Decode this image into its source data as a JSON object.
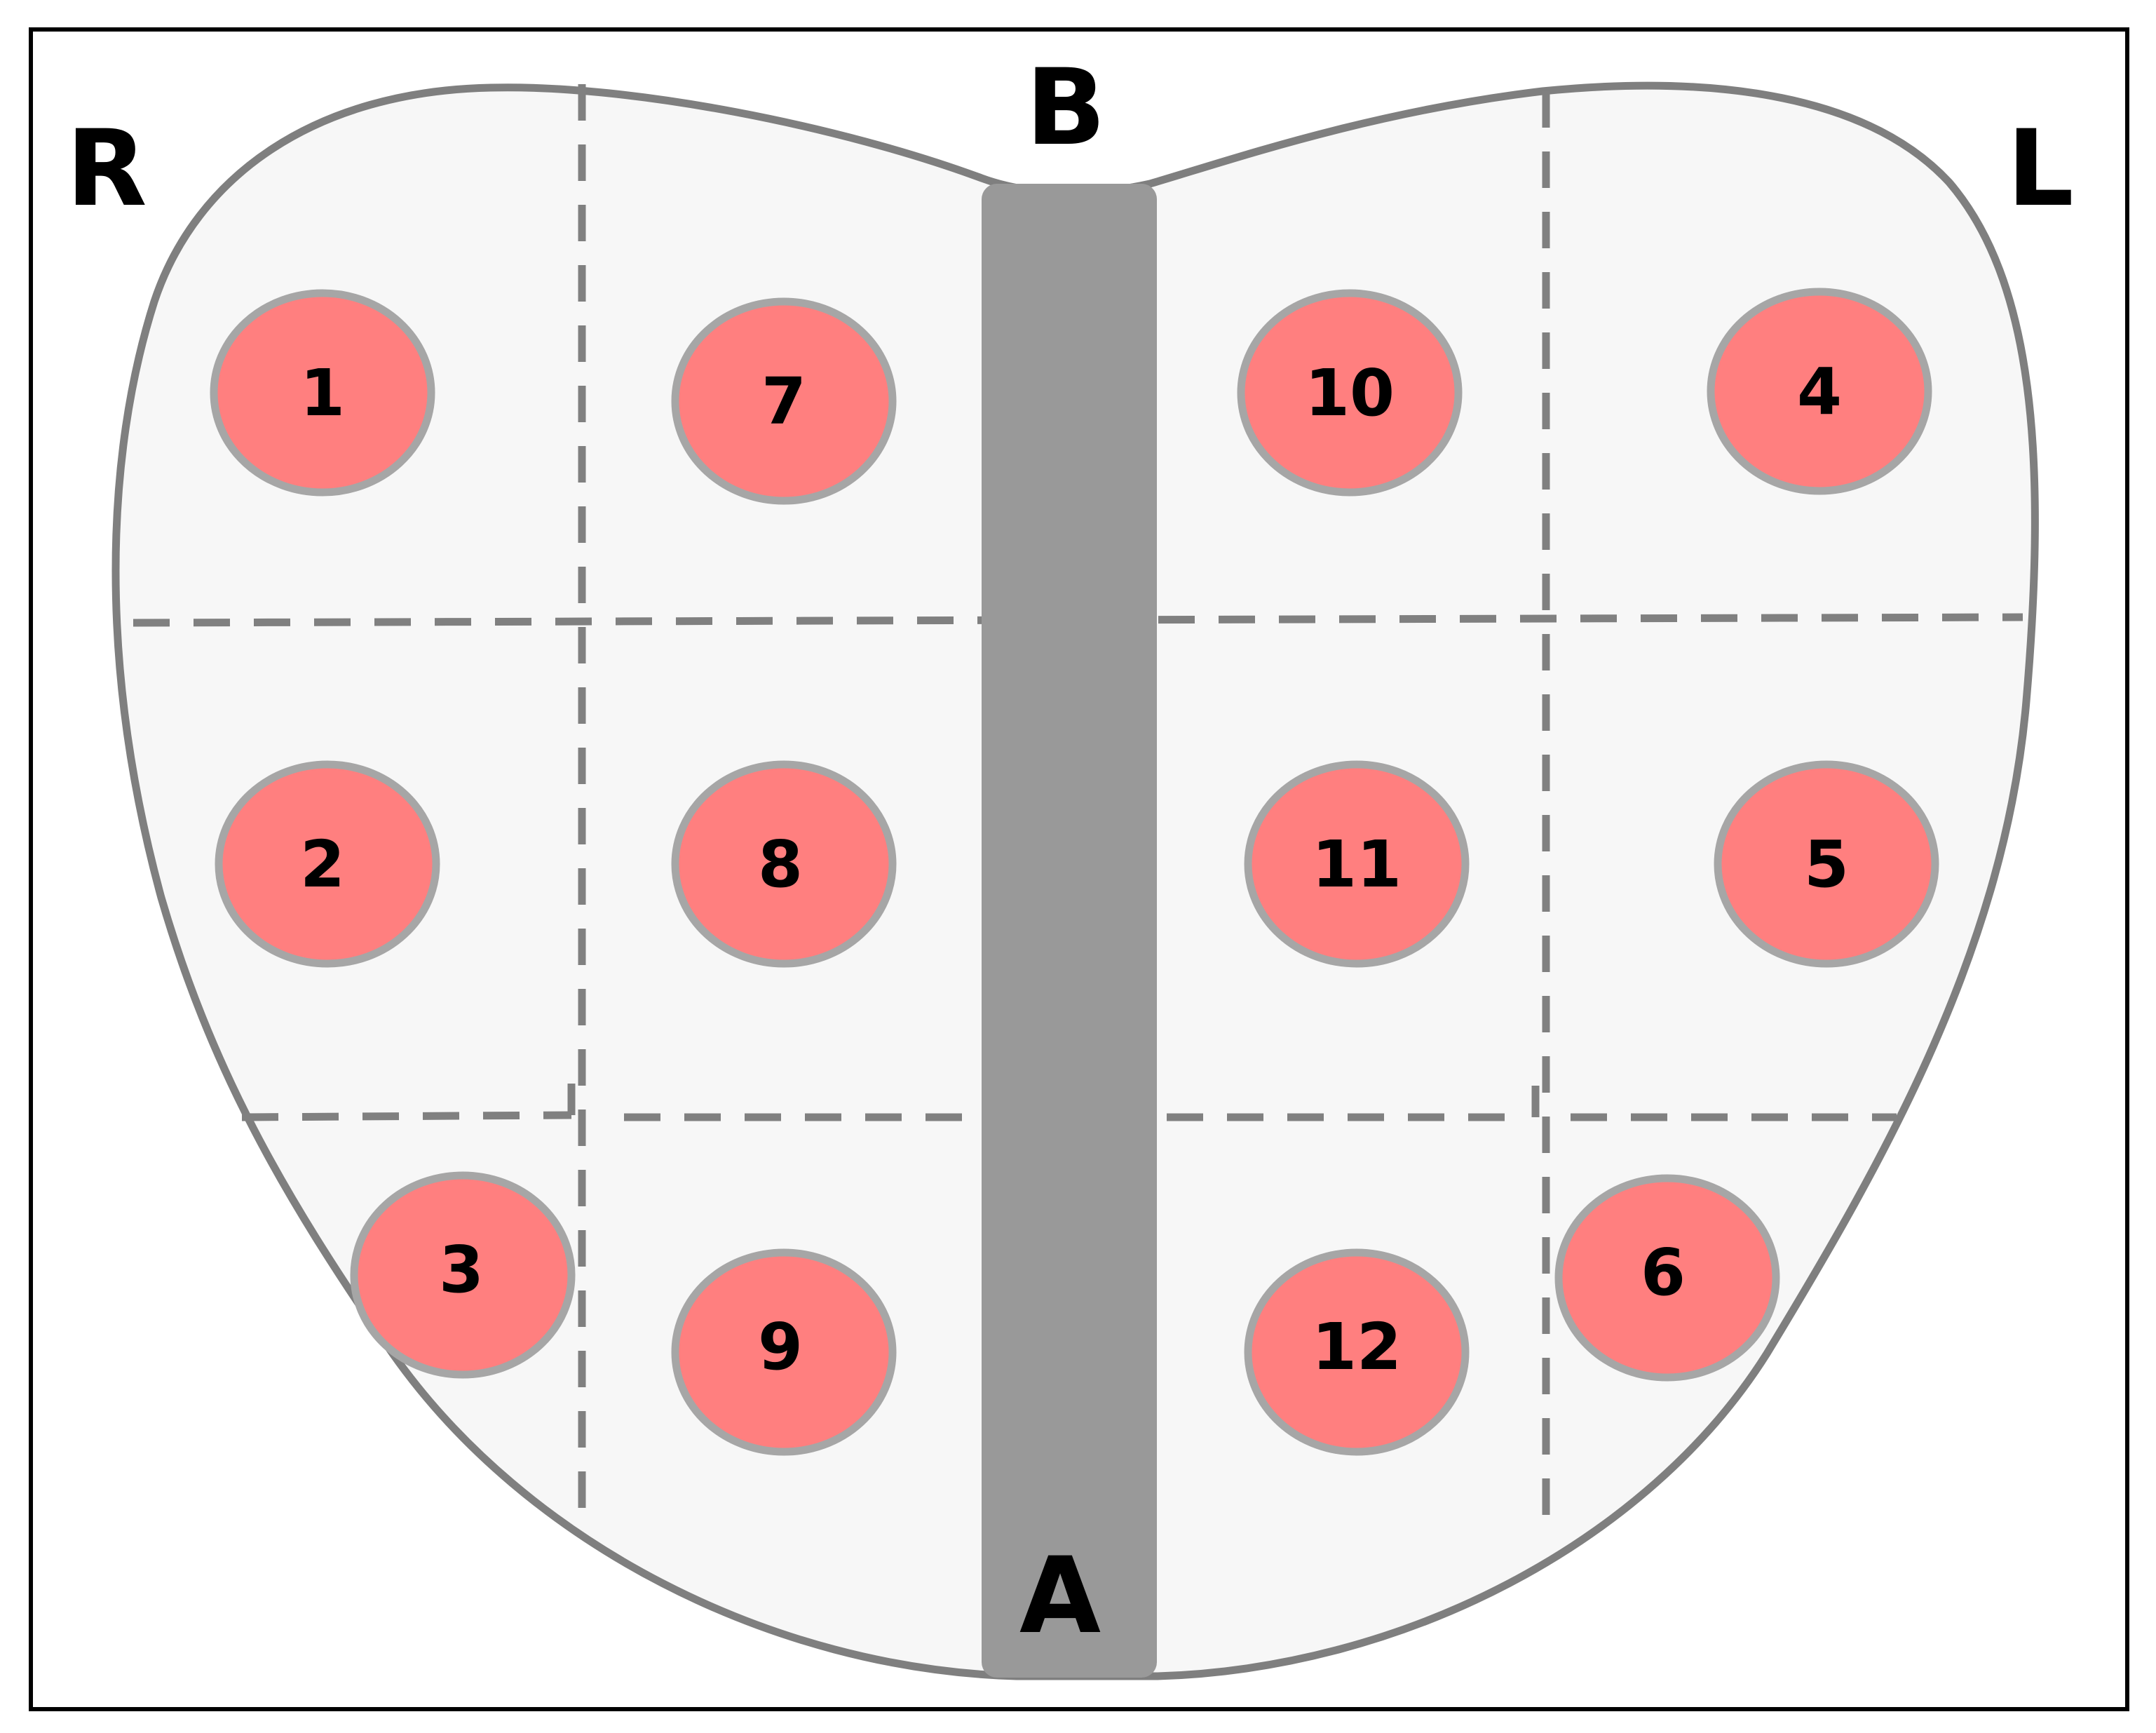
{
  "labels": {
    "right": "R",
    "left": "L",
    "base": "B",
    "apex": "A"
  },
  "colors": {
    "frame": "#000000",
    "outline": "#7f7f7f",
    "fill": "#f7f7f7",
    "band": "#999999",
    "grid": "#808080",
    "spot_fill": "#ff7f7f",
    "spot_stroke": "#a6a6a6",
    "text": "#000000"
  },
  "spots": [
    {
      "id": "spot-1",
      "label": "1"
    },
    {
      "id": "spot-2",
      "label": "2"
    },
    {
      "id": "spot-3",
      "label": "3"
    },
    {
      "id": "spot-4",
      "label": "4"
    },
    {
      "id": "spot-5",
      "label": "5"
    },
    {
      "id": "spot-6",
      "label": "6"
    },
    {
      "id": "spot-7",
      "label": "7"
    },
    {
      "id": "spot-8",
      "label": "8"
    },
    {
      "id": "spot-9",
      "label": "9"
    },
    {
      "id": "spot-10",
      "label": "10"
    },
    {
      "id": "spot-11",
      "label": "11"
    },
    {
      "id": "spot-12",
      "label": "12"
    }
  ]
}
